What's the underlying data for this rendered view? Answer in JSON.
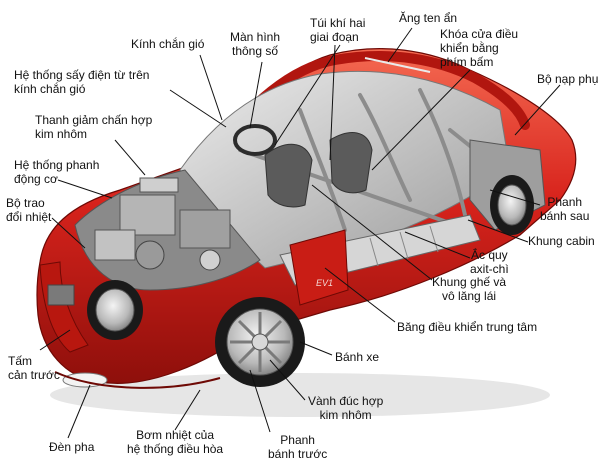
{
  "labels": {
    "windshield_glass": "Kính chắn gió",
    "display_screen": "Màn hình\nthông số",
    "dual_airbag": "Túi khí hai\ngiai đoạn",
    "antenna": "Ăng ten ẩn",
    "keyless_door_lock": "Khóa cửa điều\nkhiển bằng\nphím bấm",
    "charging_port": "Bộ nạp phụ",
    "windshield_defroster": "Hệ thống sấy điện từ trên\nkính chắn gió",
    "aluminum_crossbar": "Thanh giảm chấn hợp\nkim nhôm",
    "motor_brake_system": "Hệ thống phanh\nđộng cơ",
    "heat_exchanger": "Bộ trao\nđổi nhiệt",
    "rear_brake": "Phanh\nbánh sau",
    "cabin_frame": "Khung cabin",
    "lead_acid_battery": "Ắc quy\naxit-chì",
    "seat_frame_steering": "Khung ghế và\nvô lăng lái",
    "center_console": "Băng điều khiển trung tâm",
    "wheel": "Bánh xe",
    "alloy_rim": "Vành đúc hợp\nkim nhôm",
    "front_bumper": "Tấm\ncản trước",
    "headlight": "Đèn pha",
    "ac_heat_pump": "Bơm nhiệt của\nhệ thống điều hòa",
    "front_brake": "Phanh\nbánh trước",
    "model_badge": "EV1"
  },
  "colors": {
    "body": "#d8231c",
    "body_dark": "#8e0f0b",
    "body_light": "#f0604a",
    "chrome": "#c9c9c9",
    "frame": "#a8a8a8",
    "tire": "#1a1a1a",
    "leader": "#111111"
  }
}
